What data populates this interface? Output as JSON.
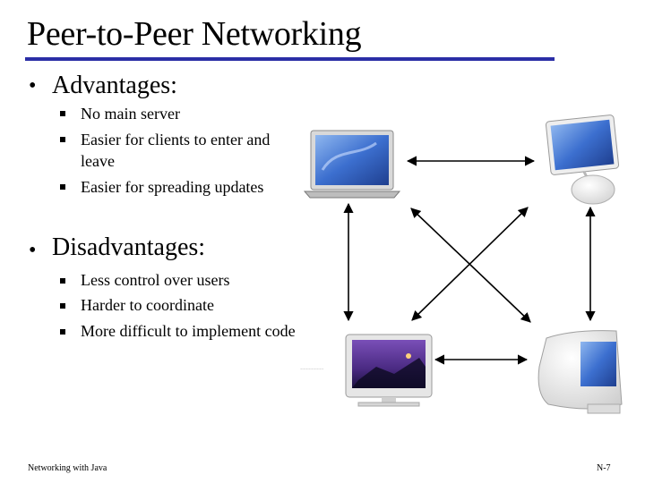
{
  "slide": {
    "title": "Peer-to-Peer Networking",
    "sections": [
      {
        "heading": "Advantages:",
        "items": [
          "No main server",
          "Easier for clients to enter and leave",
          "Easier for spreading updates"
        ]
      },
      {
        "heading": "Disadvantages:",
        "items": [
          "Less control over users",
          "Harder to coordinate",
          "More difficult to implement code"
        ]
      }
    ],
    "bullet_glyph": "•"
  },
  "footer": {
    "left": "Networking with Java",
    "right": "N-7"
  },
  "diagram": {
    "computers": [
      {
        "name": "laptop",
        "icon": "laptop-icon"
      },
      {
        "name": "imac-desktop",
        "icon": "imac-icon"
      },
      {
        "name": "cinema-display",
        "icon": "monitor-icon"
      },
      {
        "name": "emac-desktop",
        "icon": "emac-icon"
      }
    ],
    "links": [
      "laptop <-> imac-desktop",
      "laptop <-> cinema-display",
      "laptop <-> emac-desktop",
      "imac-desktop <-> cinema-display",
      "imac-desktop <-> emac-desktop",
      "cinema-display <-> emac-desktop"
    ],
    "stray_caption": "...................................",
    "colors": {
      "title_rule": "#2b2ea6",
      "screen_blue": "#3c6fcf",
      "screen_purple": "#5b2f8f",
      "case_white": "#f2f2f2"
    }
  }
}
